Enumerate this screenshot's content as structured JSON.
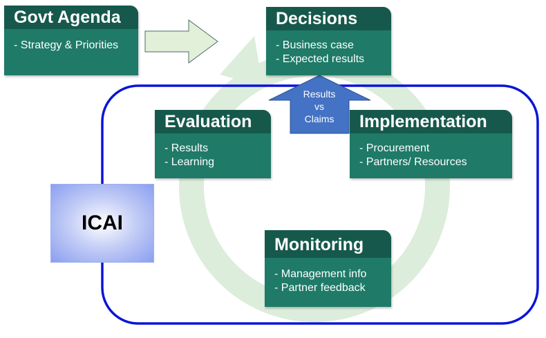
{
  "boxes": {
    "govt_agenda": {
      "title": "Govt Agenda",
      "items": [
        "- Strategy & Priorities"
      ]
    },
    "decisions": {
      "title": "Decisions",
      "items": [
        "- Business case",
        "- Expected results"
      ]
    },
    "evaluation": {
      "title": "Evaluation",
      "items": [
        "- Results",
        "- Learning"
      ]
    },
    "implementation": {
      "title": "Implementation",
      "items": [
        "- Procurement",
        "- Partners/ Resources"
      ]
    },
    "monitoring": {
      "title": "Monitoring",
      "items": [
        "- Management info",
        "- Partner feedback"
      ]
    }
  },
  "up_arrow": {
    "lines": [
      "Results",
      "vs",
      "Claims"
    ]
  },
  "icai": {
    "label": "ICAI"
  },
  "colors": {
    "box_body": "#1f7a68",
    "box_header": "#16594c",
    "cycle_ring": "#dceddb",
    "icai_frame": "#0a14d8",
    "up_arrow": "#4472c4"
  }
}
